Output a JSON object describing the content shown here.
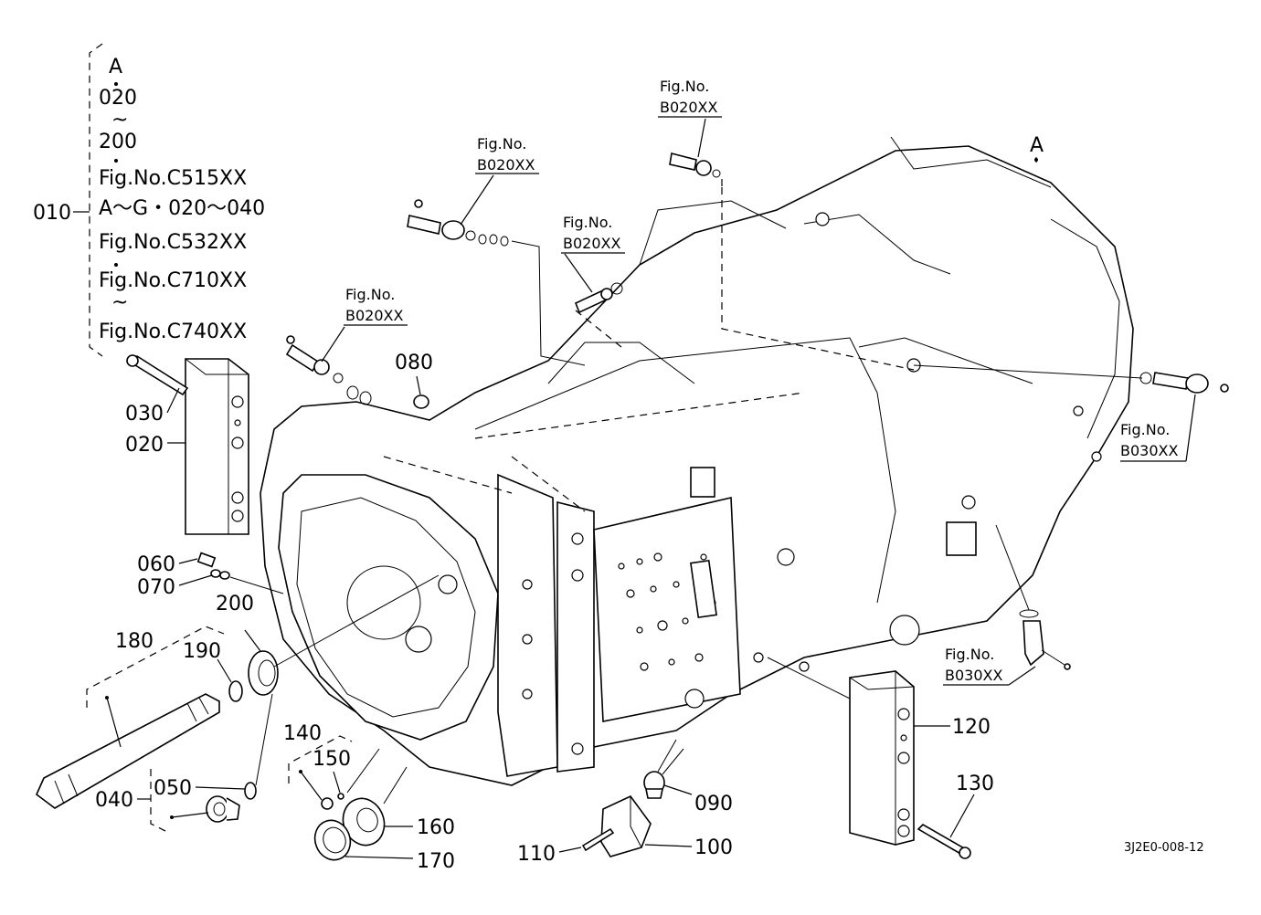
{
  "group_010": {
    "ref": "010",
    "lines": [
      "A",
      "020",
      "~",
      "200",
      "Fig.No.C515XX",
      "A～G・020～040",
      "Fig.No.C532XX",
      "Fig.No.C710XX",
      "~",
      "Fig.No.C740XX"
    ]
  },
  "callouts": {
    "p020": "020",
    "p030": "030",
    "p040": "040",
    "p050": "050",
    "p060": "060",
    "p070": "070",
    "p080": "080",
    "p090": "090",
    "p100": "100",
    "p110": "110",
    "p120": "120",
    "p130": "130",
    "p140": "140",
    "p150": "150",
    "p160": "160",
    "p170": "170",
    "p180": "180",
    "p190": "190",
    "p200": "200"
  },
  "fig_refs": {
    "label": "Fig.No.",
    "b020": "B020XX",
    "b030": "B030XX"
  },
  "marker_a": "A",
  "drawing_code": "3J2E0-008-12"
}
